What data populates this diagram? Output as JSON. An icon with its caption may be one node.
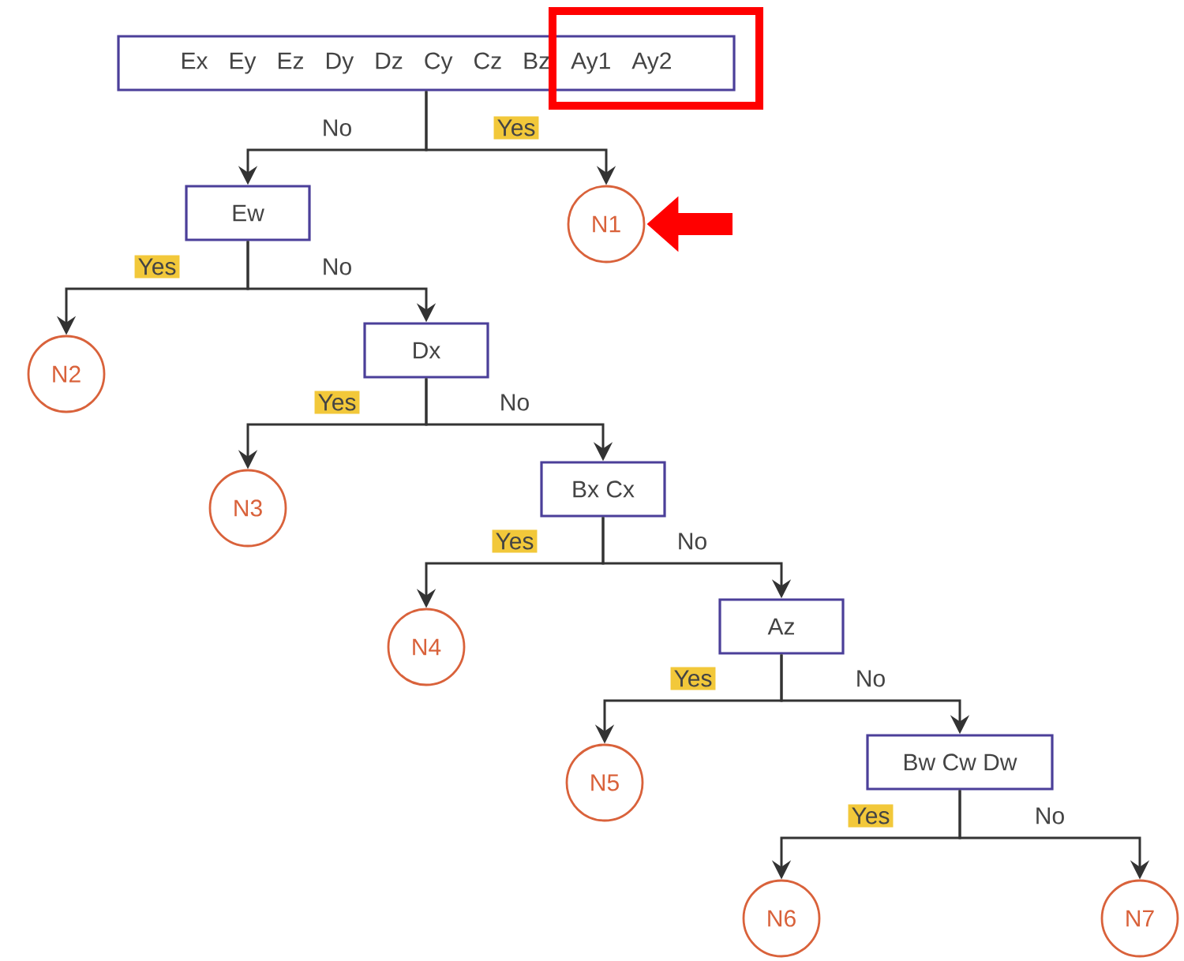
{
  "diagram": {
    "nodes": [
      {
        "text": [
          "Ex Ey Ez Dy Dz Cy Cz Bz Ay1 Ay2"
        ]
      },
      {
        "text": [
          "Ew"
        ]
      },
      {
        "text": [
          "N1"
        ]
      },
      {
        "text": [
          "N2"
        ]
      },
      {
        "text": [
          "Dx"
        ]
      },
      {
        "text": [
          "N3"
        ]
      },
      {
        "text": [
          "Bx Cx"
        ]
      },
      {
        "text": [
          "N4"
        ]
      },
      {
        "text": [
          "Az"
        ]
      },
      {
        "text": [
          "N5"
        ]
      },
      {
        "text": [
          "Bw Cw Dw"
        ]
      },
      {
        "text": [
          "N6"
        ]
      },
      {
        "text": [
          "N7"
        ]
      }
    ],
    "edges": [
      {
        "from": 0,
        "to": 1,
        "arrow": "to",
        "label": "No"
      },
      {
        "from": 0,
        "to": 2,
        "arrow": "to",
        "label": "Yes"
      },
      {
        "from": 1,
        "to": 3,
        "arrow": "to",
        "label": "Yes"
      },
      {
        "from": 1,
        "to": 4,
        "arrow": "to",
        "label": "No"
      },
      {
        "from": 4,
        "to": 5,
        "arrow": "to",
        "label": "Yes"
      },
      {
        "from": 4,
        "to": 6,
        "arrow": "to",
        "label": "No"
      },
      {
        "from": 6,
        "to": 7,
        "arrow": "to",
        "label": "Yes"
      },
      {
        "from": 6,
        "to": 8,
        "arrow": "to",
        "label": "No"
      },
      {
        "from": 8,
        "to": 9,
        "arrow": "to",
        "label": "Yes"
      },
      {
        "from": 8,
        "to": 10,
        "arrow": "to",
        "label": "No"
      },
      {
        "from": 10,
        "to": 11,
        "arrow": "to",
        "label": "Yes"
      },
      {
        "from": 10,
        "to": 12,
        "arrow": "to",
        "label": "No"
      },
      {
        "from": null,
        "to": 2,
        "arrow": "to",
        "style": "thick",
        "color": "#ff0000"
      }
    ]
  }
}
